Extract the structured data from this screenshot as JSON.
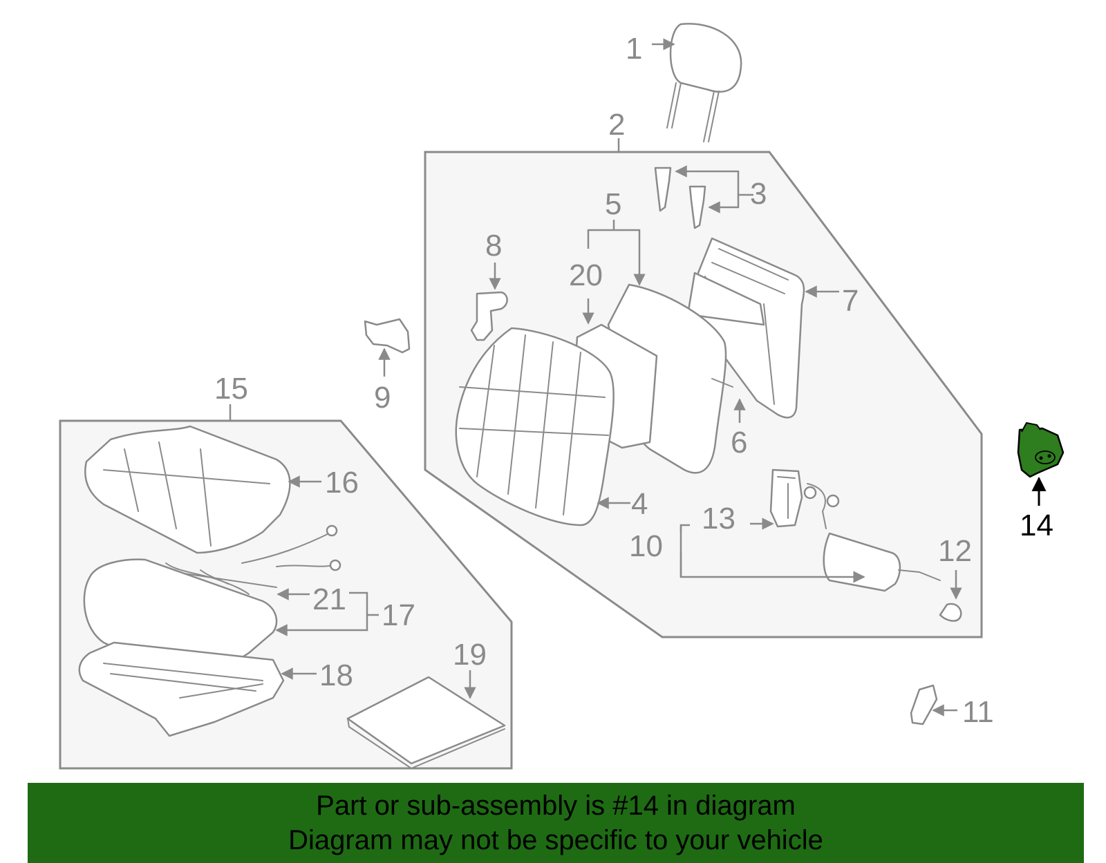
{
  "diagram": {
    "highlight_color": "#2e7d1e",
    "line_color": "#8a8a8a",
    "panel_color": "#f6f6f6",
    "callouts": {
      "c1": "1",
      "c2": "2",
      "c3": "3",
      "c4": "4",
      "c5": "5",
      "c6": "6",
      "c7": "7",
      "c8": "8",
      "c9": "9",
      "c10": "10",
      "c11": "11",
      "c12": "12",
      "c13": "13",
      "c14": "14",
      "c15": "15",
      "c16": "16",
      "c17": "17",
      "c18": "18",
      "c19": "19",
      "c20": "20",
      "c21": "21"
    },
    "highlighted_part": "14"
  },
  "banner": {
    "color": "#1e6b14",
    "line1": "Part or sub-assembly is #14 in diagram",
    "line2": "Diagram may not be specific to your vehicle"
  }
}
